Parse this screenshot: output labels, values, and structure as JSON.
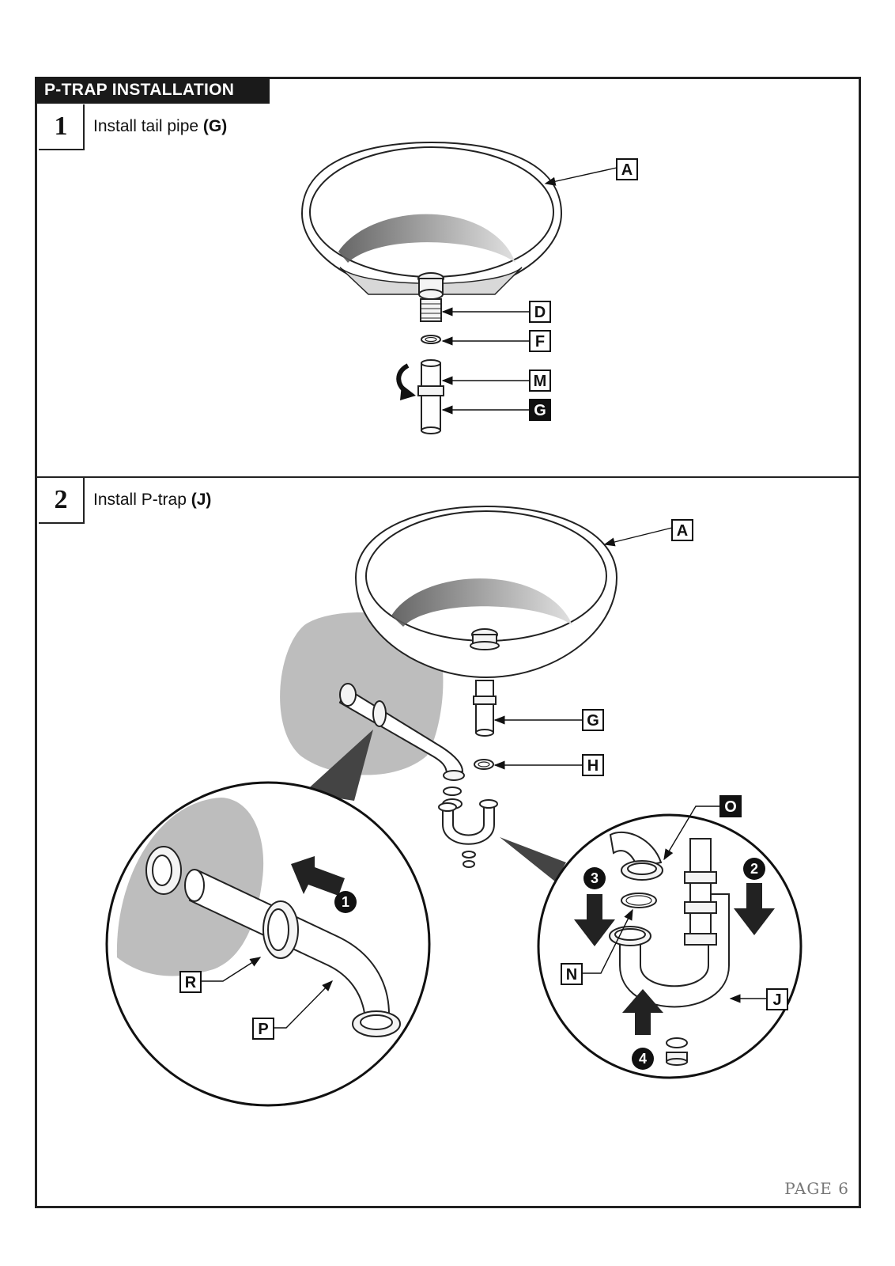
{
  "section_title": "P-TRAP INSTALLATION",
  "steps": [
    {
      "number": "1",
      "text": "Install tail pipe ",
      "part": "(G)"
    },
    {
      "number": "2",
      "text": "Install P-trap ",
      "part": "(J)"
    }
  ],
  "step1_labels": {
    "a": "A",
    "d": "D",
    "f": "F",
    "m": "M",
    "g": "G"
  },
  "step2_labels": {
    "a": "A",
    "g": "G",
    "h": "H"
  },
  "detail_left_labels": {
    "r": "R",
    "p": "P"
  },
  "detail_right_labels": {
    "o": "O",
    "n": "N",
    "j": "J"
  },
  "sequence_numbers": {
    "one": "1",
    "two": "2",
    "three": "3",
    "four": "4"
  },
  "page_number": "PAGE 6"
}
